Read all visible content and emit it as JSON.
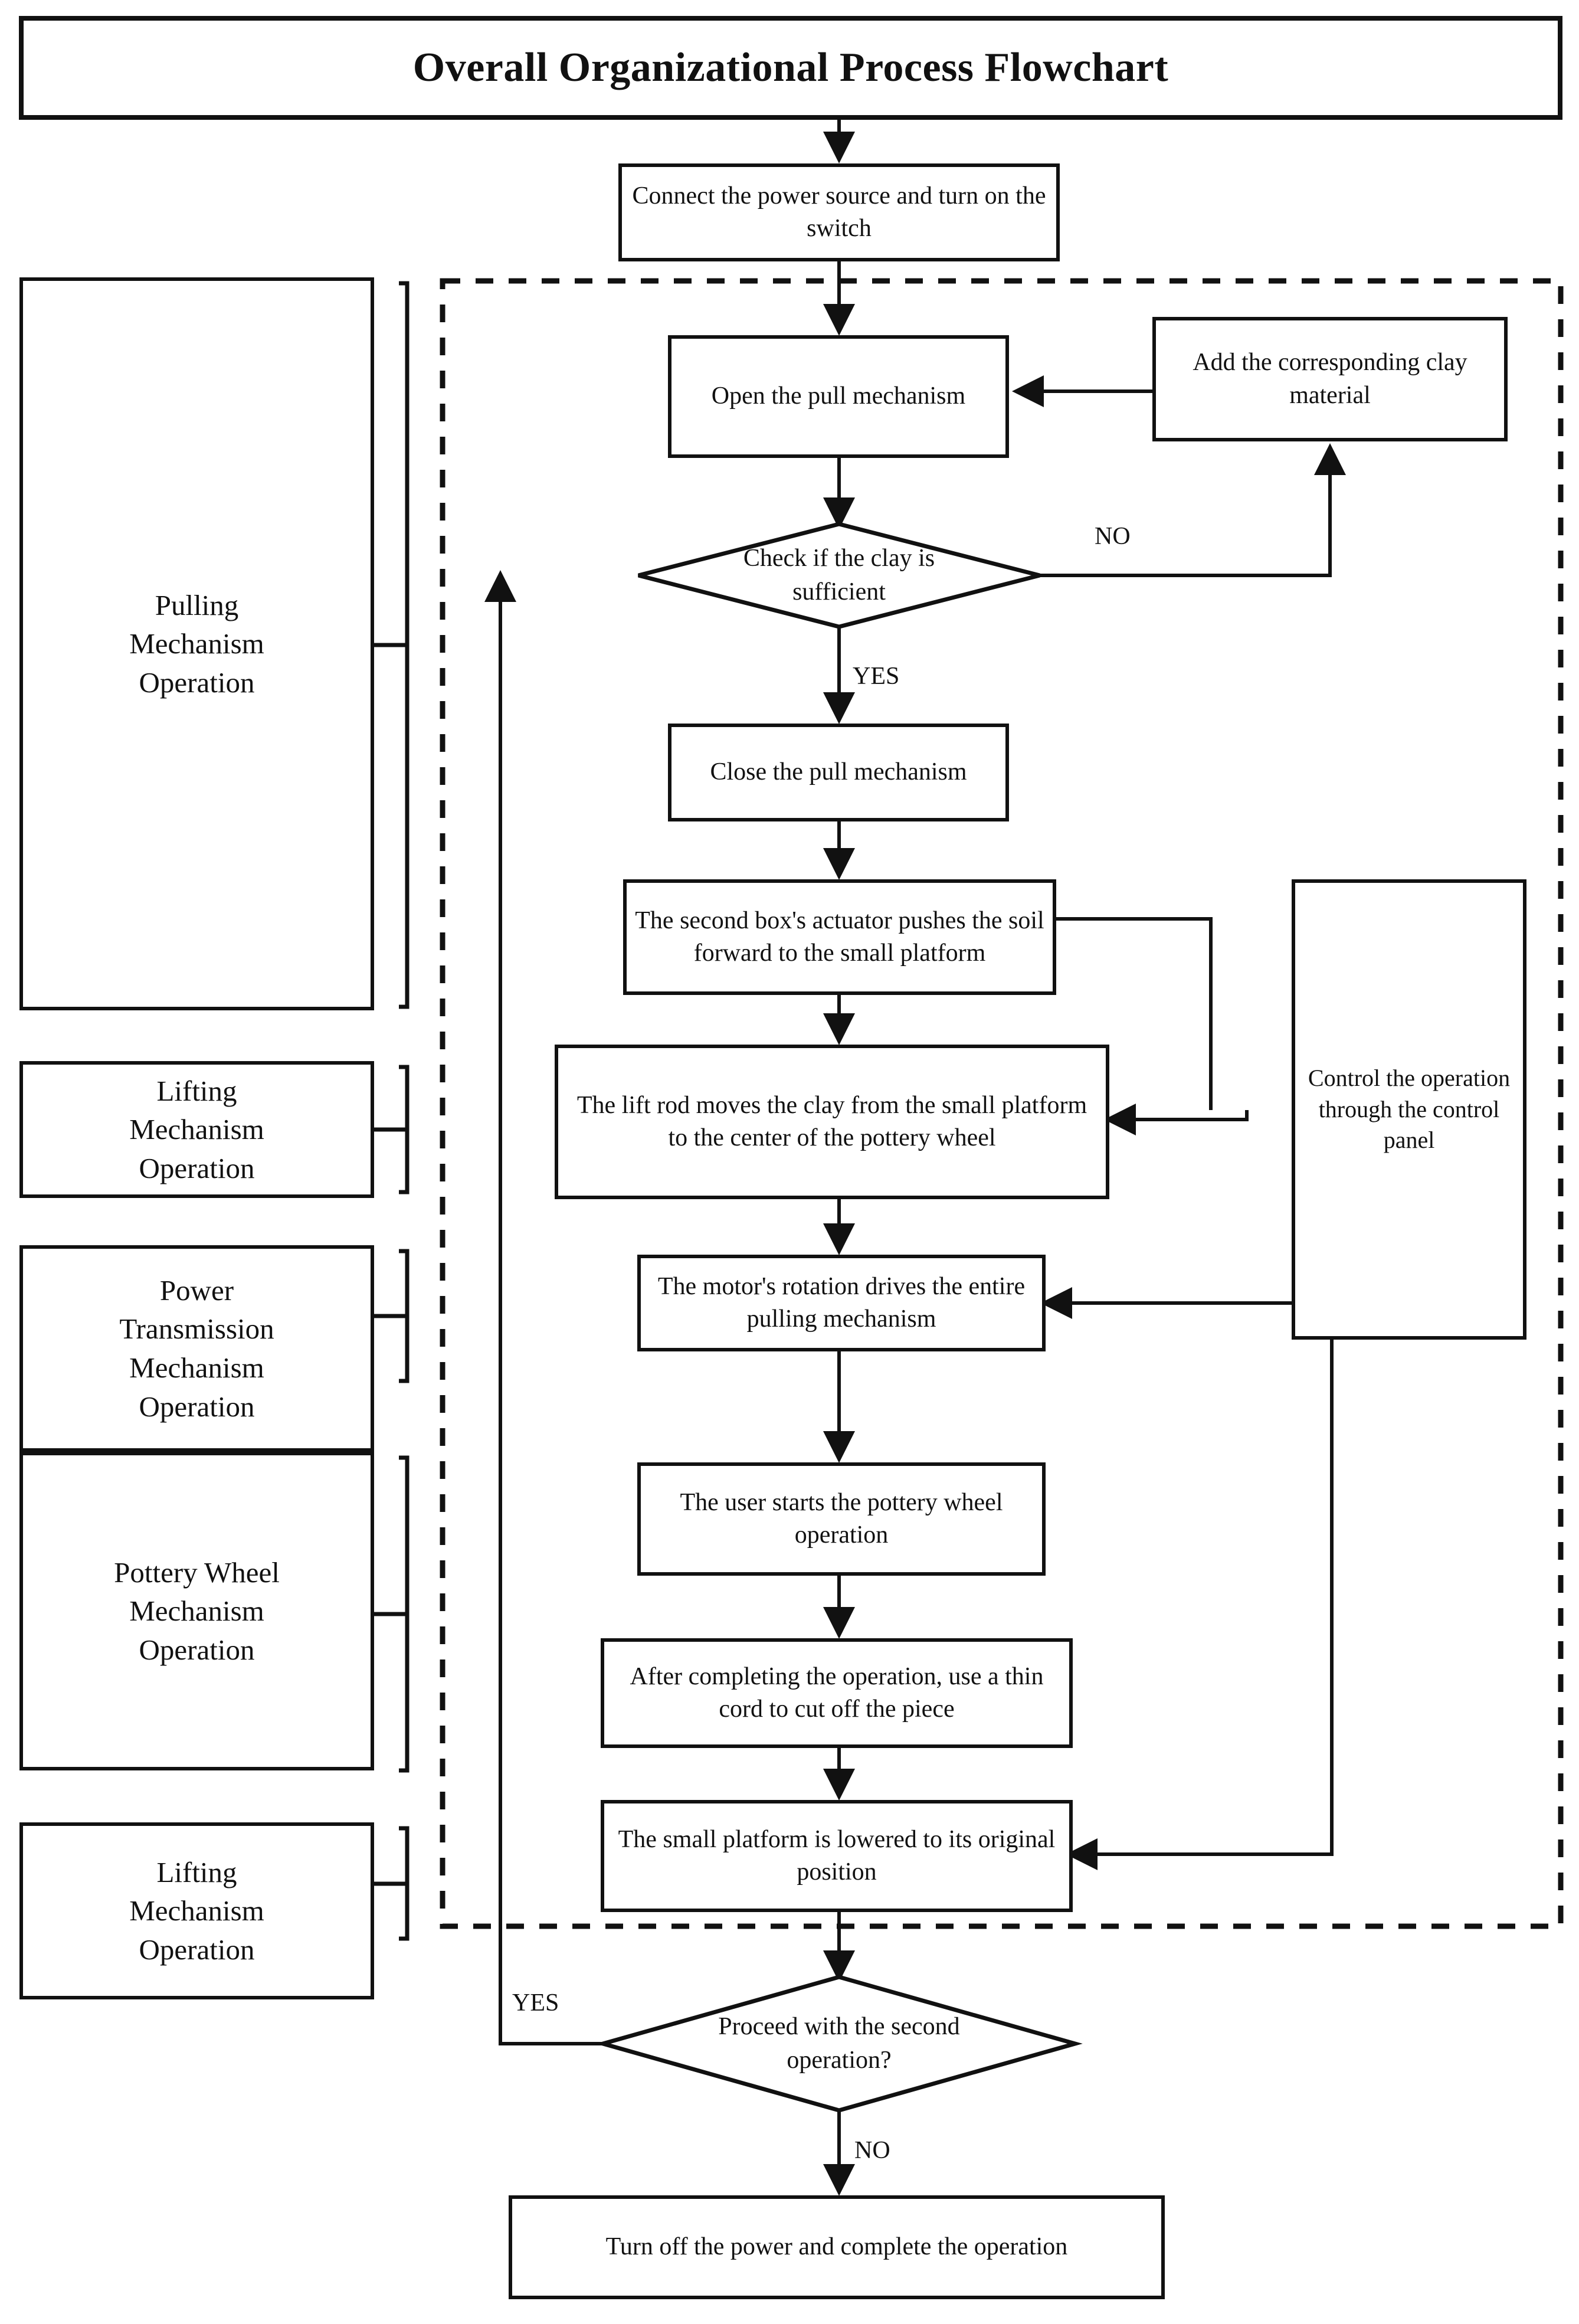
{
  "title": "Overall Organizational Process Flowchart",
  "sidebar": {
    "items": [
      {
        "label": "Pulling\nMechanism\nOperation"
      },
      {
        "label": "Lifting\nMechanism\nOperation"
      },
      {
        "label": "Power\nTransmission\nMechanism\nOperation"
      },
      {
        "label": "Pottery Wheel\nMechanism\nOperation"
      },
      {
        "label": "Lifting\nMechanism\nOperation"
      }
    ]
  },
  "nodes": {
    "start": "Connect the power source and turn on the switch",
    "open_pull": "Open the pull mechanism",
    "add_clay": "Add the corresponding clay material",
    "check_clay": "Check if the clay is sufficient",
    "close_pull": "Close the pull mechanism",
    "actuator_push": "The second box's actuator pushes the soil forward to the small platform",
    "lift_rod": "The lift rod moves the clay from the small platform to the center of the pottery wheel",
    "motor_rotation": "The motor's rotation drives the entire pulling mechanism",
    "user_starts": "The user starts the pottery wheel operation",
    "cut_piece": "After completing the operation, use a thin cord to cut off the piece",
    "platform_lowered": "The small platform is lowered to its original position",
    "control_panel": "Control the operation through the control panel",
    "second_operation": "Proceed with the second operation?",
    "turn_off": "Turn off the power and complete the operation"
  },
  "edge_labels": {
    "clay_no": "NO",
    "clay_yes": "YES",
    "second_yes": "YES",
    "second_no": "NO"
  },
  "colors": {
    "stroke": "#111111",
    "background": "#ffffff"
  }
}
